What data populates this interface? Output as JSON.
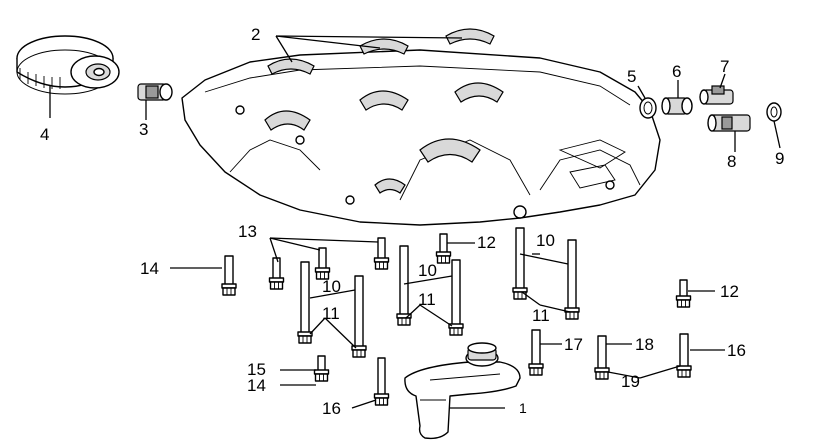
{
  "labels": {
    "l1": "1",
    "l2": "2",
    "l3": "3",
    "l4": "4",
    "l5": "5",
    "l6": "6",
    "l7": "7",
    "l8": "8",
    "l9": "9",
    "l10a": "10",
    "l10b": "10",
    "l10c": "10",
    "l11a": "11",
    "l11b": "11",
    "l11c": "11",
    "l12a": "12",
    "l12b": "12",
    "l13": "13",
    "l14a": "14",
    "l14b": "14",
    "l15": "15",
    "l16a": "16",
    "l16b": "16",
    "l17": "17",
    "l18": "18",
    "l19": "19"
  }
}
